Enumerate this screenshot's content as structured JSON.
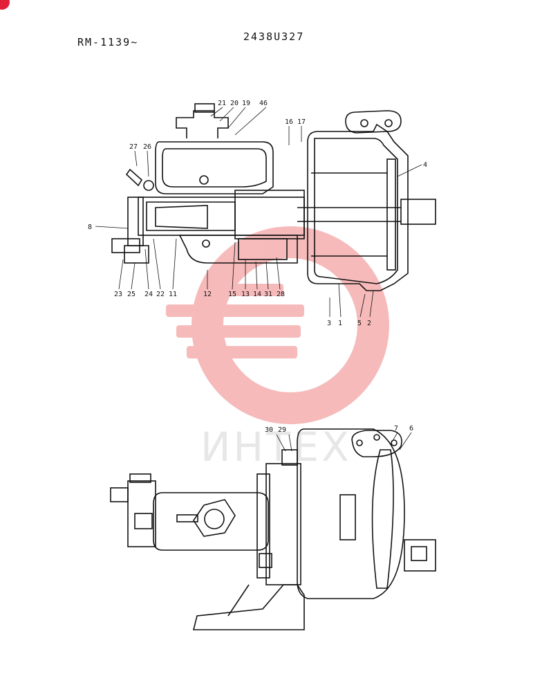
{
  "header": {
    "model_range": "RM-1139~",
    "part_code": "2438U327"
  },
  "watermark": {
    "text": "ИНТЕХ",
    "color": "#f39a9a"
  },
  "section_view": {
    "callouts": [
      "21",
      "20",
      "19",
      "46",
      "16",
      "17",
      "27",
      "26",
      "4",
      "8",
      "23",
      "25",
      "24",
      "22",
      "11",
      "12",
      "15",
      "13",
      "14",
      "31",
      "28",
      "3",
      "1",
      "5",
      "2"
    ]
  },
  "exterior_view": {
    "callouts": [
      "30",
      "29",
      "7",
      "6"
    ]
  }
}
